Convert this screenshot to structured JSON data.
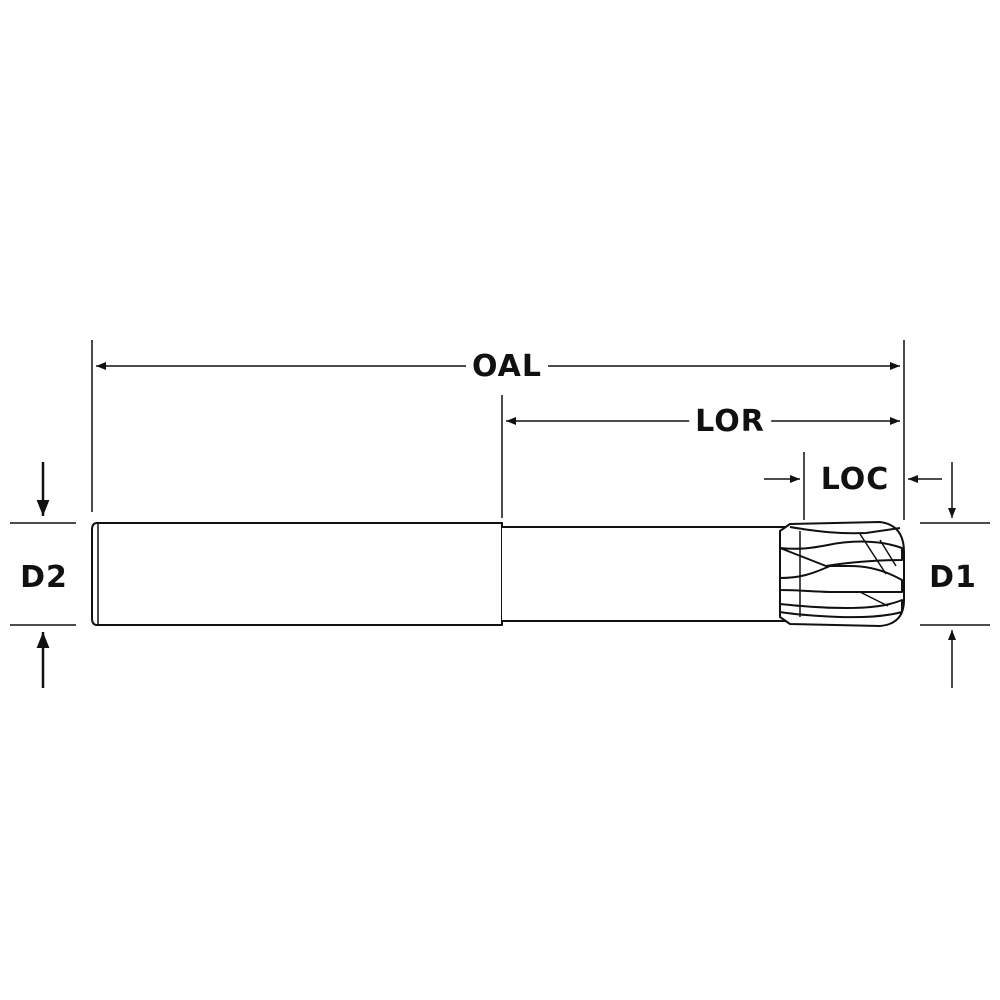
{
  "labels": {
    "oal": "OAL",
    "lor": "LOR",
    "loc": "LOC",
    "d1": "D1",
    "d2": "D2"
  },
  "colors": {
    "line": "#111111",
    "background": "#ffffff"
  }
}
